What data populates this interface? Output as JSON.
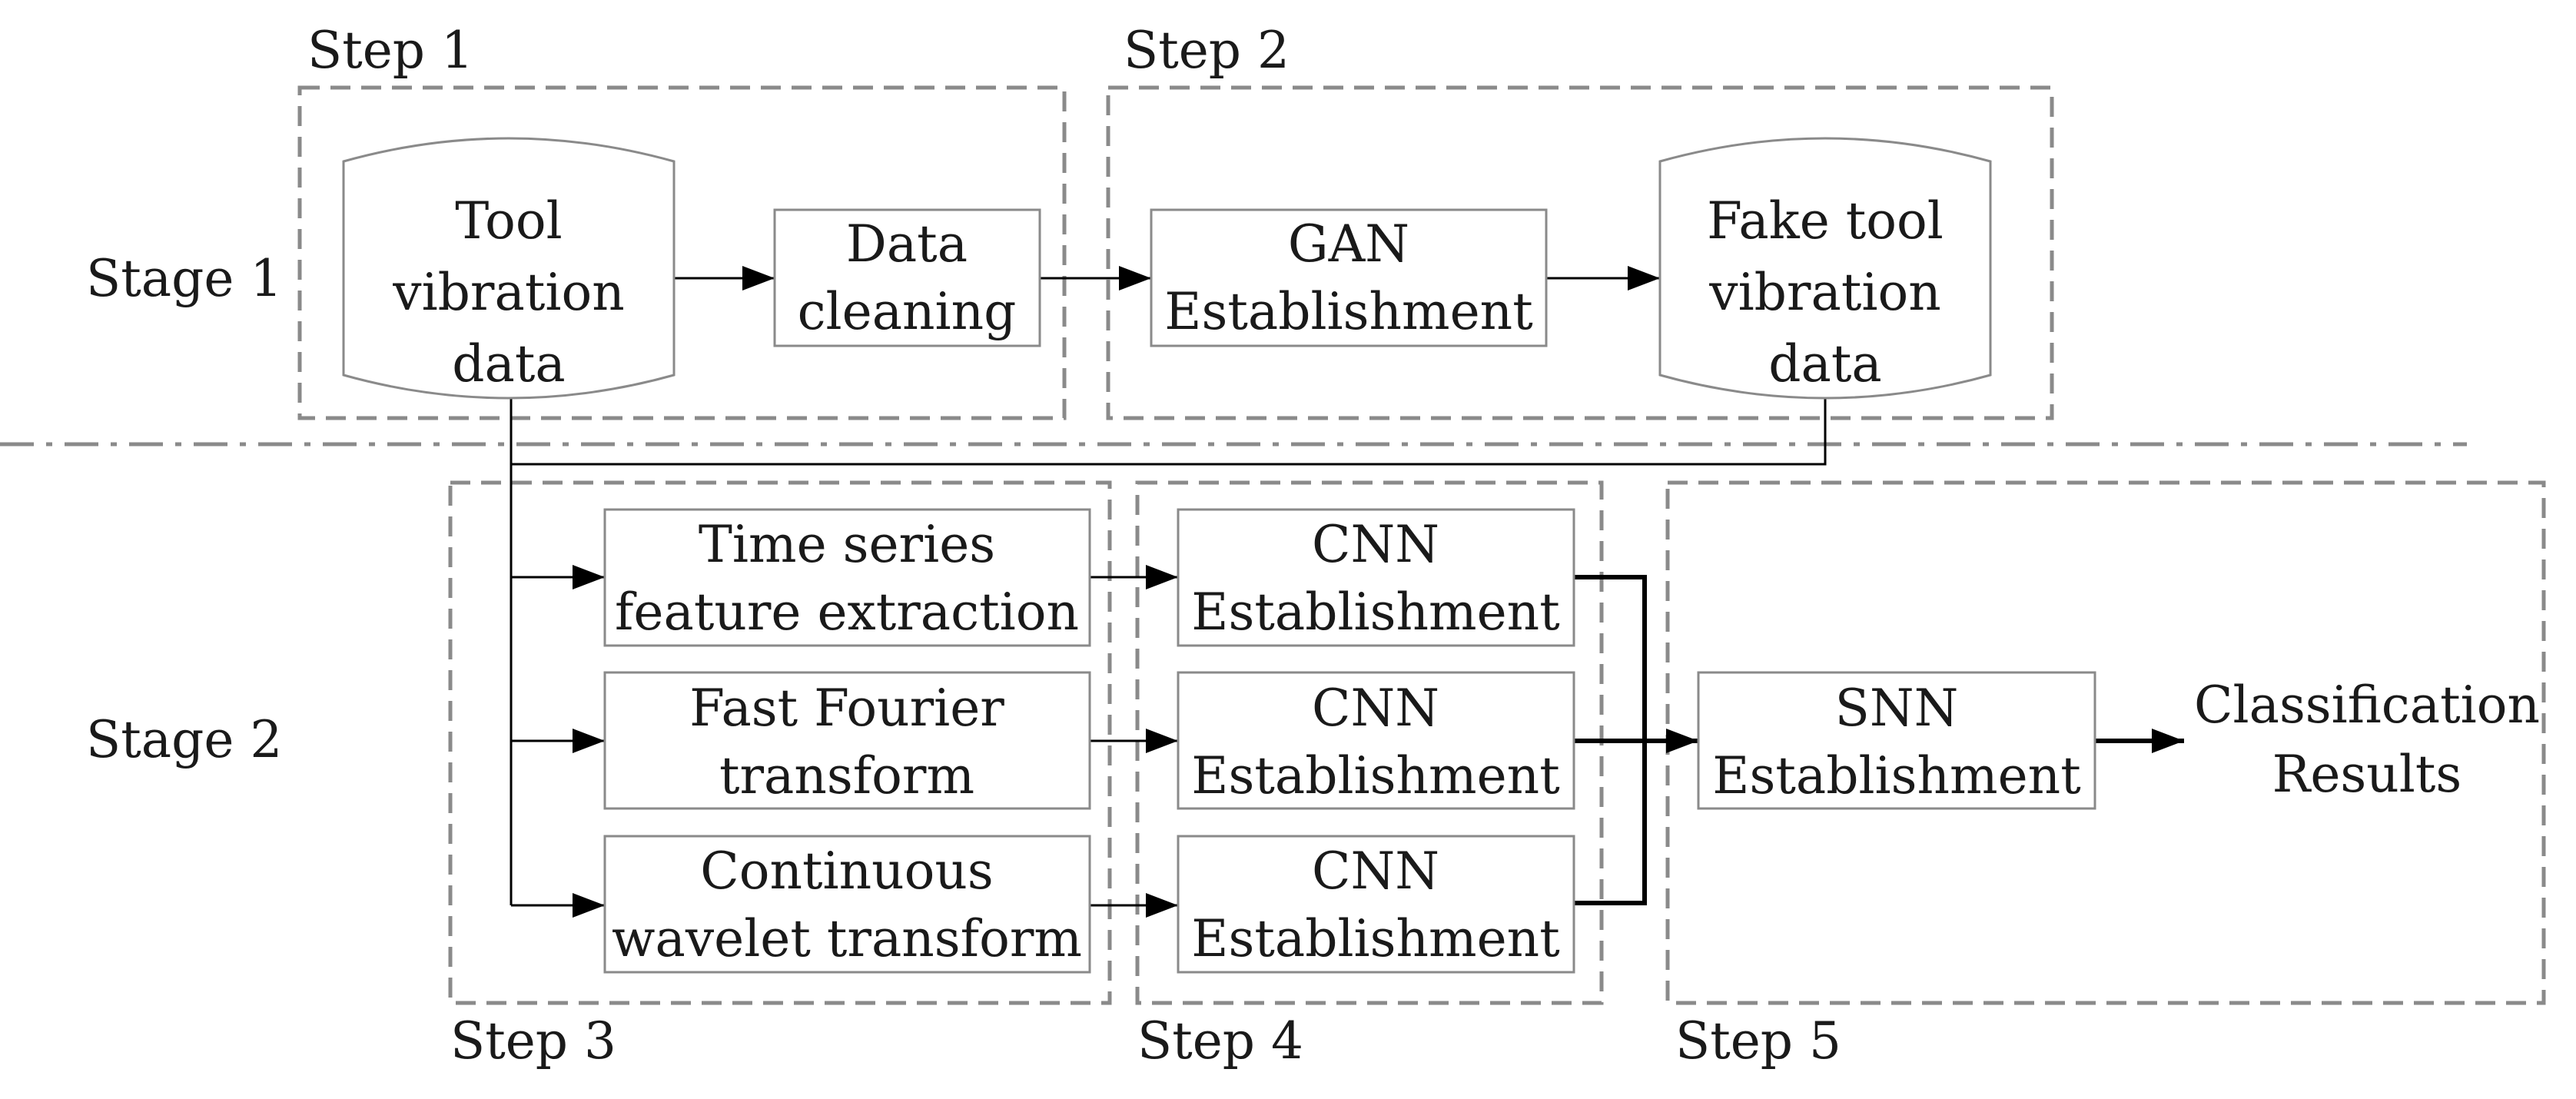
{
  "stages": {
    "stage1": "Stage 1",
    "stage2": "Stage 2"
  },
  "steps": {
    "step1": "Step 1",
    "step2": "Step 2",
    "step3": "Step 3",
    "step4": "Step 4",
    "step5": "Step 5"
  },
  "nodes": {
    "tool_vibration_data": [
      "Tool",
      "vibration",
      "data"
    ],
    "data_cleaning": [
      "Data",
      "cleaning"
    ],
    "gan_establishment": [
      "GAN",
      "Establishment"
    ],
    "fake_tool_vibration_data": [
      "Fake tool",
      "vibration",
      "data"
    ],
    "time_series": [
      "Time series",
      "feature extraction"
    ],
    "fft": [
      "Fast Fourier",
      "transform"
    ],
    "cwt": [
      "Continuous",
      "wavelet transform"
    ],
    "cnn_1": [
      "CNN",
      "Establishment"
    ],
    "cnn_2": [
      "CNN",
      "Establishment"
    ],
    "cnn_3": [
      "CNN",
      "Establishment"
    ],
    "snn_establishment": [
      "SNN",
      "Establishment"
    ],
    "classification_results": [
      "Classification",
      "Results"
    ]
  },
  "colors": {
    "box_stroke": "#8a8a8a",
    "arrow": "#000000",
    "text": "#1a1a1a"
  }
}
